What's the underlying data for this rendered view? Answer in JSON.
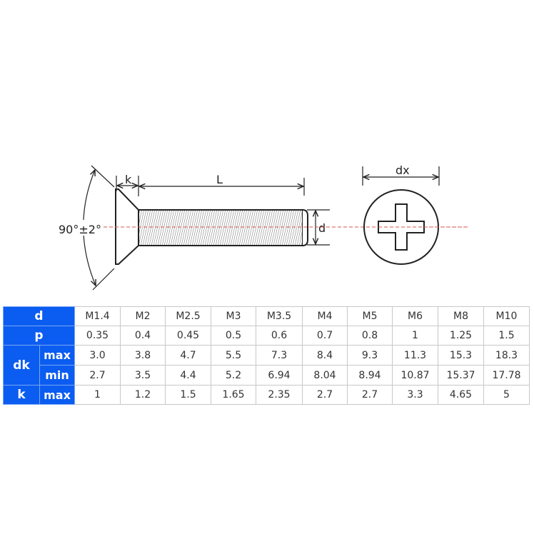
{
  "diagram": {
    "labels": {
      "angle": "90°±2°",
      "head_height": "k",
      "length": "L",
      "thread_diameter": "d",
      "drive_diameter": "dx"
    },
    "colors": {
      "header_bg": "#0b5cf0",
      "centerline": "#d9534f",
      "outline": "#222222"
    }
  },
  "table": {
    "rows": [
      {
        "param": "d",
        "sub": "",
        "values": [
          "M1.4",
          "M2",
          "M2.5",
          "M3",
          "M3.5",
          "M4",
          "M5",
          "M6",
          "M8",
          "M10"
        ]
      },
      {
        "param": "p",
        "sub": "",
        "values": [
          "0.35",
          "0.4",
          "0.45",
          "0.5",
          "0.6",
          "0.7",
          "0.8",
          "1",
          "1.25",
          "1.5"
        ]
      },
      {
        "param": "dk",
        "sub": "max",
        "values": [
          "3.0",
          "3.8",
          "4.7",
          "5.5",
          "7.3",
          "8.4",
          "9.3",
          "11.3",
          "15.3",
          "18.3"
        ]
      },
      {
        "param": "",
        "sub": "min",
        "values": [
          "2.7",
          "3.5",
          "4.4",
          "5.2",
          "6.94",
          "8.04",
          "8.94",
          "10.87",
          "15.37",
          "17.78"
        ]
      },
      {
        "param": "k",
        "sub": "max",
        "values": [
          "1",
          "1.2",
          "1.5",
          "1.65",
          "2.35",
          "2.7",
          "2.7",
          "3.3",
          "4.65",
          "5"
        ]
      }
    ]
  }
}
